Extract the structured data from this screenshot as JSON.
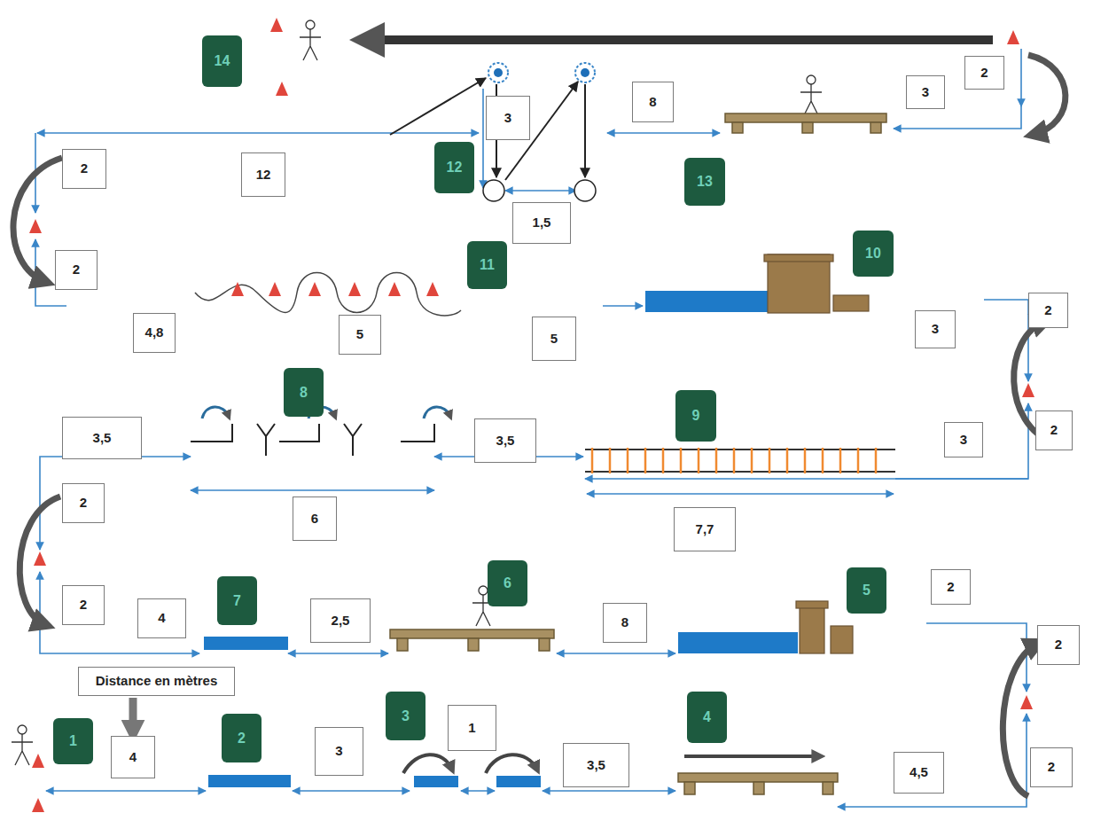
{
  "diagram": {
    "nodes": [
      {
        "text": [
          "14"
        ]
      },
      {
        "text": [
          "2"
        ]
      },
      {
        "text": [
          "3"
        ]
      },
      {
        "text": [
          "8"
        ]
      },
      {
        "text": [
          "3"
        ]
      },
      {
        "text": [
          "12"
        ]
      },
      {
        "text": [
          "2"
        ]
      },
      {
        "text": [
          "12"
        ]
      },
      {
        "text": [
          "13"
        ]
      },
      {
        "text": [
          "1,5"
        ]
      },
      {
        "text": [
          "10"
        ]
      },
      {
        "text": [
          "11"
        ]
      },
      {
        "text": [
          "2"
        ]
      },
      {
        "text": [
          "2"
        ]
      },
      {
        "text": [
          "3"
        ]
      },
      {
        "text": [
          "4,8"
        ]
      },
      {
        "text": [
          "5"
        ]
      },
      {
        "text": [
          "5"
        ]
      },
      {
        "text": [
          "8"
        ]
      },
      {
        "text": [
          "9"
        ]
      },
      {
        "text": [
          "3,5"
        ]
      },
      {
        "text": [
          "3,5"
        ]
      },
      {
        "text": [
          "2"
        ]
      },
      {
        "text": [
          "3"
        ]
      },
      {
        "text": [
          "2"
        ]
      },
      {
        "text": [
          "6"
        ]
      },
      {
        "text": [
          "7,7"
        ]
      },
      {
        "text": [
          "6"
        ]
      },
      {
        "text": [
          "5"
        ]
      },
      {
        "text": [
          "2"
        ]
      },
      {
        "text": [
          "7"
        ]
      },
      {
        "text": [
          "2"
        ]
      },
      {
        "text": [
          "4"
        ]
      },
      {
        "text": [
          "2,5"
        ]
      },
      {
        "text": [
          "8"
        ]
      },
      {
        "text": [
          "2"
        ]
      },
      {
        "text": [
          "Distance en mètres"
        ]
      },
      {
        "text": [
          "3"
        ]
      },
      {
        "text": [
          "4"
        ]
      },
      {
        "text": [
          "1"
        ]
      },
      {
        "text": [
          "2"
        ]
      },
      {
        "text": [
          "1"
        ]
      },
      {
        "text": [
          "3"
        ]
      },
      {
        "text": [
          "4"
        ]
      },
      {
        "text": [
          "3,5"
        ]
      },
      {
        "text": [
          "2"
        ]
      },
      {
        "text": [
          "4,5"
        ]
      }
    ],
    "edges": [
      {
        "from": 36,
        "to": 43,
        "arrow": "to"
      }
    ]
  }
}
